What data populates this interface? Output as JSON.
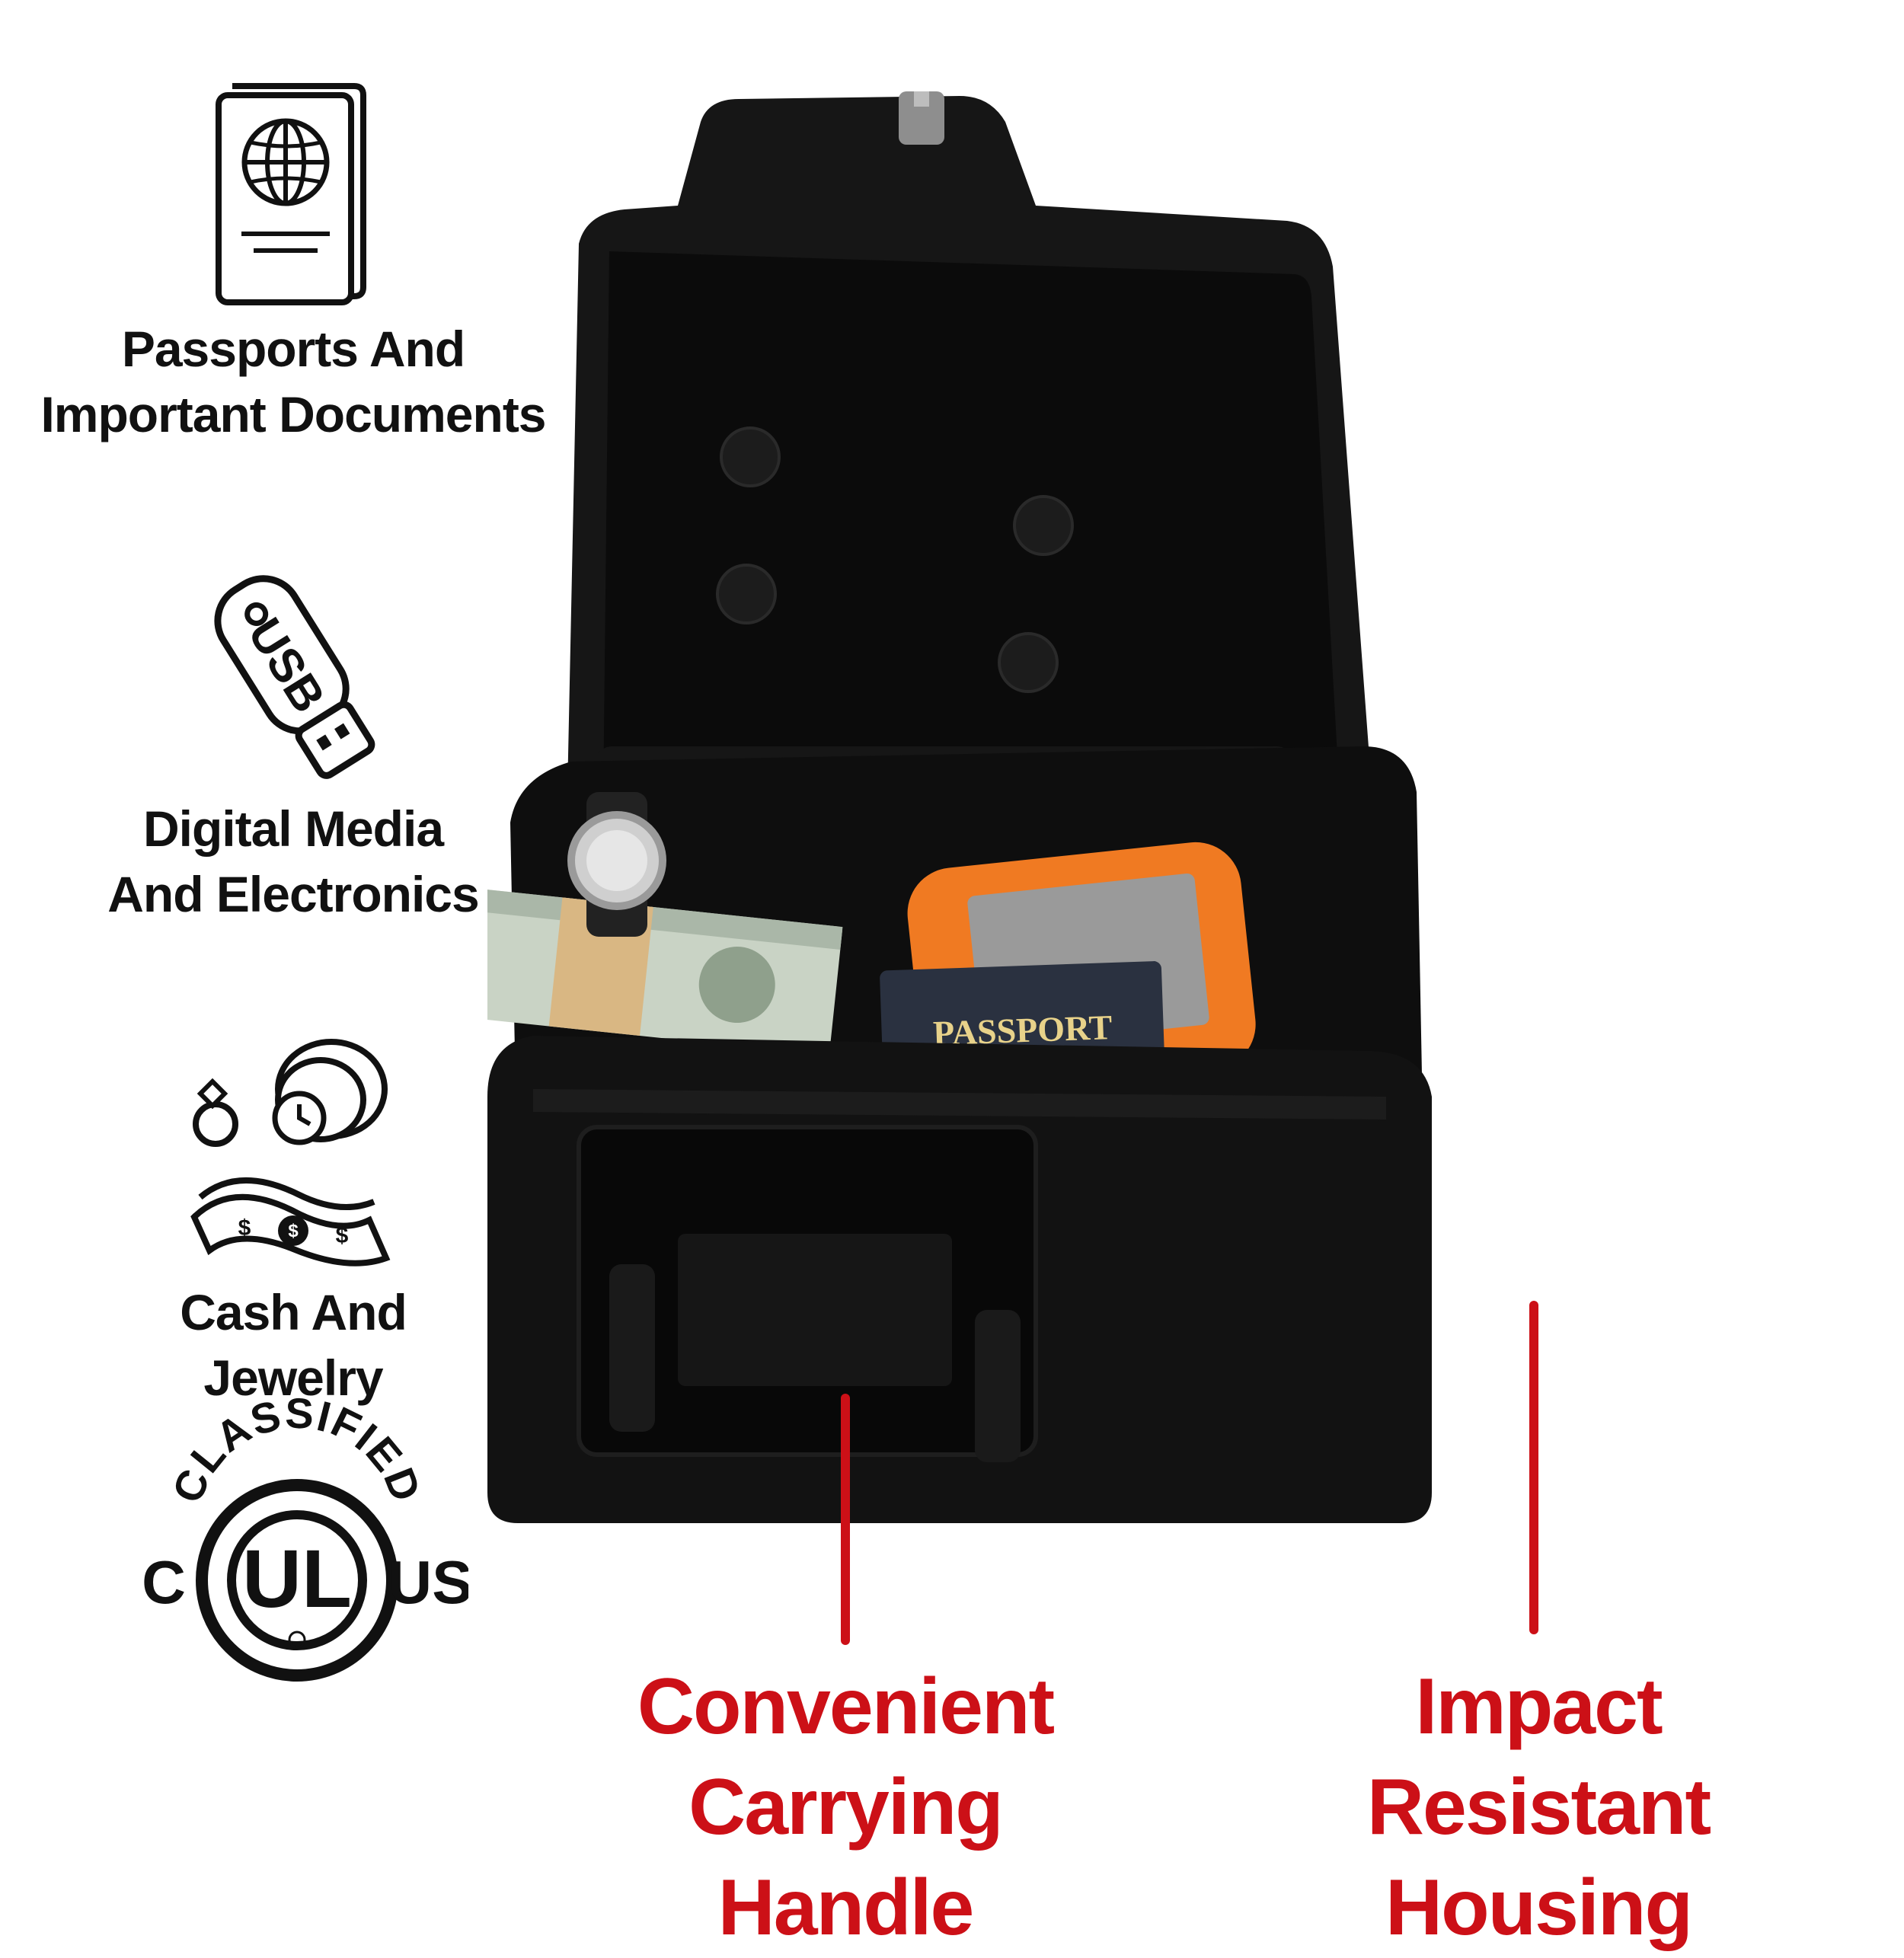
{
  "colors": {
    "accent": "#cc1017",
    "text": "#111111",
    "case": "#121212",
    "drive": "#f07a22"
  },
  "features": [
    {
      "icon": "passport-icon",
      "lines": [
        "Passports And",
        "Important Documents"
      ]
    },
    {
      "icon": "usb-drive-icon",
      "lines": [
        "Digital Media",
        "And Electronics"
      ]
    },
    {
      "icon": "cash-jewelry-icon",
      "lines": [
        "Cash And",
        "Jewelry"
      ]
    }
  ],
  "certification": {
    "arc_text": "CLASSIFIED",
    "left": "C",
    "center": "UL",
    "right": "US"
  },
  "photo_labels": {
    "passport": "PASSPORT",
    "usb": "USB"
  },
  "callouts": [
    {
      "lines": [
        "Convenient",
        "Carrying Handle"
      ]
    },
    {
      "lines": [
        "Impact Resistant",
        "Housing"
      ]
    }
  ]
}
